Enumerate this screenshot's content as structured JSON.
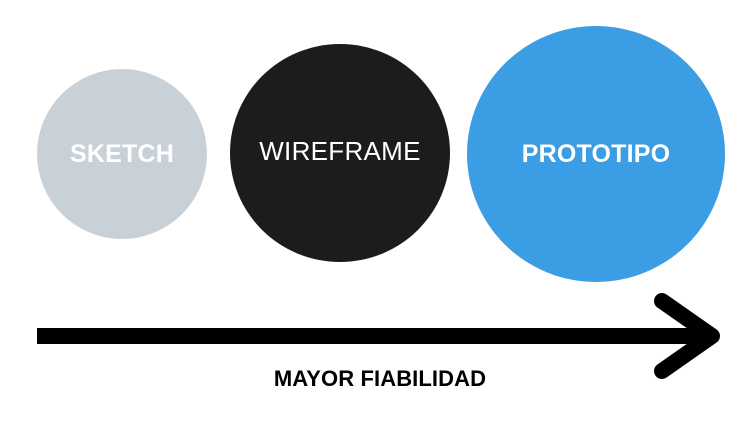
{
  "stages": [
    {
      "label": "SKETCH",
      "bg_color": "#c8d0d8",
      "text_color": "#ffffff"
    },
    {
      "label": "WIREFRAME",
      "bg_color": "#1c1b1d",
      "text_color": "#ffffff"
    },
    {
      "label": "PROTOTIPO",
      "bg_color": "#3b9de3",
      "text_color": "#ffffff"
    }
  ],
  "arrow": {
    "color": "#000000",
    "caption": "MAYOR FIABILIDAD"
  }
}
